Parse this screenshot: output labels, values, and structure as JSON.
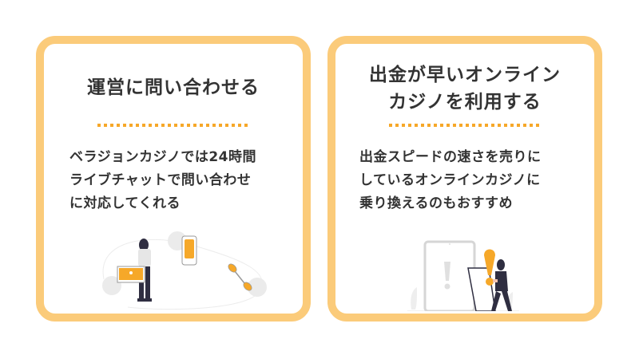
{
  "cards": [
    {
      "title_lines": [
        "運営に問い合わせる"
      ],
      "body_lines": [
        "ベラジョンカジノでは24時間",
        "ライブチャットで問い合わせ",
        "に対応してくれる"
      ],
      "illustration": "woman-with-envelope-phone-call-icon"
    },
    {
      "title_lines": [
        "出金が早いオンライン",
        "カジノを利用する"
      ],
      "body_lines": [
        "出金スピードの速さを売りに",
        "しているオンラインカジノに",
        "乗り換えるのもおすすめ"
      ],
      "illustration": "woman-with-phone-exclamation-icon"
    }
  ],
  "colors": {
    "border": "#FBCB7A",
    "accent": "#F6A829",
    "text": "#333333"
  }
}
